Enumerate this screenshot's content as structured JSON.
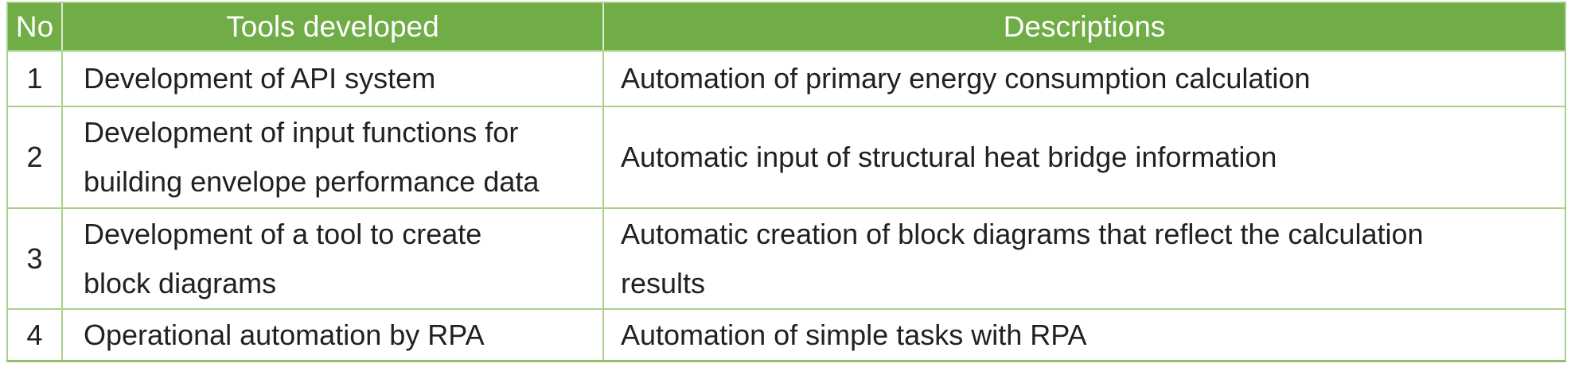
{
  "table": {
    "columns": [
      {
        "label": "No"
      },
      {
        "label": "Tools developed"
      },
      {
        "label": "Descriptions"
      }
    ],
    "rows": [
      {
        "no": "1",
        "tool": "Development of API system",
        "description": "Automation of primary energy consumption calculation"
      },
      {
        "no": "2",
        "tool": "Development of input functions for\nbuilding envelope performance data",
        "description": "Automatic input of structural heat bridge information"
      },
      {
        "no": "3",
        "tool": "Development of a tool to create\nblock diagrams",
        "description": "Automatic creation of block diagrams that reflect the calculation\nresults"
      },
      {
        "no": "4",
        "tool": "Operational automation by RPA",
        "description": "Automation of simple tasks with RPA"
      }
    ]
  },
  "colors": {
    "header_bg": "#70AD47",
    "header_text": "#FFFFFF",
    "grid_border": "#A9D18E",
    "header_separator": "rgba(255,255,255,0.75)",
    "bottom_border": "#8FBE6C",
    "body_text": "#212121",
    "page_bg": "#FFFFFF"
  }
}
